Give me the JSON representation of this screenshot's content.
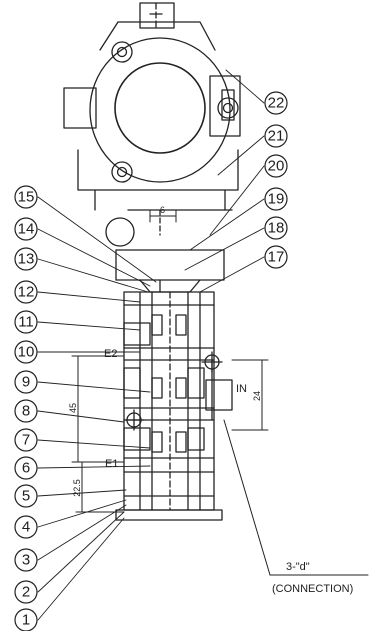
{
  "balloons": [
    "1",
    "2",
    "3",
    "4",
    "5",
    "6",
    "7",
    "8",
    "9",
    "10",
    "11",
    "12",
    "13",
    "14",
    "15",
    "17",
    "18",
    "19",
    "20",
    "21",
    "22"
  ],
  "port_labels": {
    "exhaust_2": "E2",
    "exhaust_1": "E1",
    "inlet": "IN"
  },
  "dimensions": {
    "top_offset": "6",
    "height_main": "45",
    "height_lower": "22.5",
    "inlet_height": "24"
  },
  "connection_note": {
    "thread": "3-\"d\"",
    "caption": "(CONNECTION)"
  }
}
